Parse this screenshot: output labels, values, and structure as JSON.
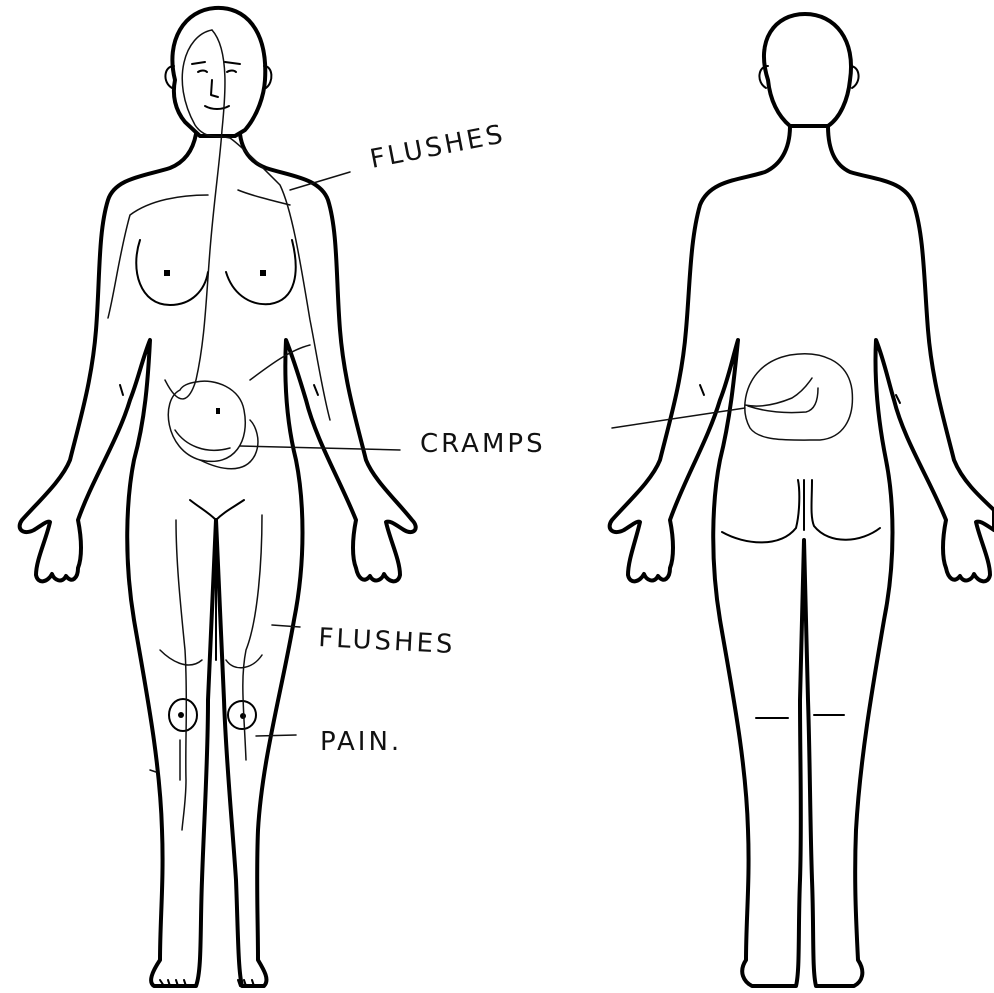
{
  "annotations": {
    "upper_flushes": "FLUSHES",
    "cramps": "CRAMPS",
    "lower_flushes": "FLUSHES",
    "pain": "PAIN."
  }
}
